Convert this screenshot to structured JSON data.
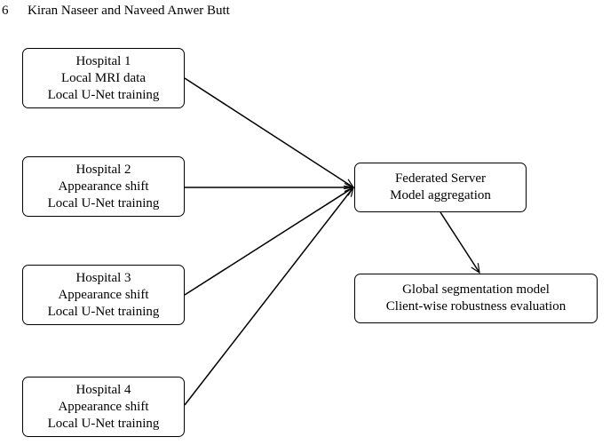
{
  "header": {
    "page_number": "6",
    "authors": "Kiran Naseer and Naveed Anwer Butt"
  },
  "diagram": {
    "hospitals": [
      {
        "lines": [
          "Hospital 1",
          "Local MRI data",
          "Local U-Net training"
        ]
      },
      {
        "lines": [
          "Hospital 2",
          "Appearance shift",
          "Local U-Net training"
        ]
      },
      {
        "lines": [
          "Hospital 3",
          "Appearance shift",
          "Local U-Net training"
        ]
      },
      {
        "lines": [
          "Hospital 4",
          "Appearance shift",
          "Local U-Net training"
        ]
      }
    ],
    "server": {
      "lines": [
        "Federated Server",
        "Model aggregation"
      ]
    },
    "global_model": {
      "lines": [
        "Global segmentation model",
        "Client-wise robustness evaluation"
      ]
    },
    "edges": [
      {
        "from": "hospital-1",
        "to": "federated-server"
      },
      {
        "from": "hospital-2",
        "to": "federated-server"
      },
      {
        "from": "hospital-3",
        "to": "federated-server"
      },
      {
        "from": "hospital-4",
        "to": "federated-server"
      },
      {
        "from": "federated-server",
        "to": "global-segmentation-model"
      }
    ]
  }
}
